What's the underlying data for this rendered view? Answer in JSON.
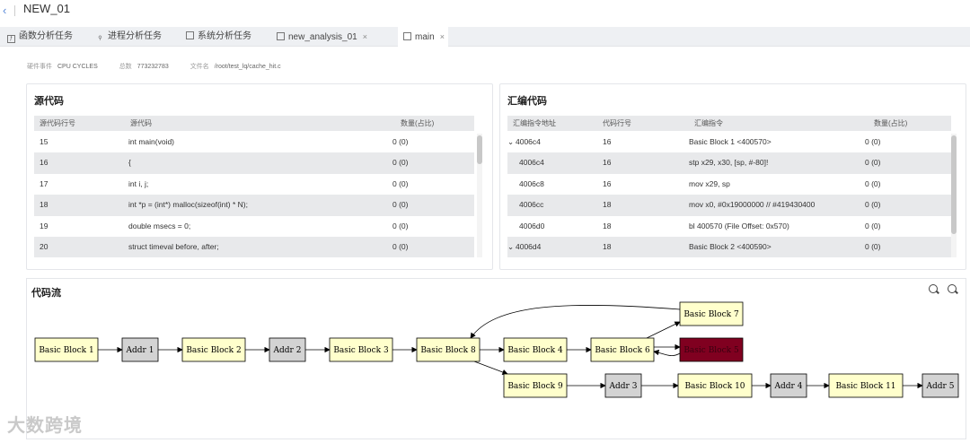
{
  "header": {
    "back_icon": "chevron-left-icon",
    "title": "NEW_01"
  },
  "tabs": [
    {
      "label": "函数分析任务",
      "icon": "function-icon",
      "closable": false,
      "active": false
    },
    {
      "label": "进程分析任务",
      "icon": "tree-icon",
      "closable": false,
      "active": false
    },
    {
      "label": "系统分析任务",
      "icon": "monitor-icon",
      "closable": false,
      "active": false
    },
    {
      "label": "new_analysis_01",
      "icon": "doc-icon",
      "closable": true,
      "active": false
    },
    {
      "label": "main",
      "icon": "doc-icon",
      "closable": true,
      "active": true
    }
  ],
  "close_glyph": "×",
  "info": {
    "event_label": "硬件事件",
    "event_value": "CPU CYCLES",
    "total_label": "总数",
    "total_value": "773232783",
    "file_label": "文件名",
    "file_value": "/root/test_lq/cache_hit.c"
  },
  "source_panel": {
    "title": "源代码",
    "columns": [
      "源代码行号",
      "源代码",
      "数量(占比)"
    ],
    "rows": [
      {
        "line": "15",
        "code": "int main(void)",
        "count": "0 (0)"
      },
      {
        "line": "16",
        "code": "{",
        "count": "0 (0)"
      },
      {
        "line": "17",
        "code": "int i, j;",
        "count": "0 (0)"
      },
      {
        "line": "18",
        "code": "int *p = (int*) malloc(sizeof(int) * N);",
        "count": "0 (0)"
      },
      {
        "line": "19",
        "code": "double msecs = 0;",
        "count": "0 (0)"
      },
      {
        "line": "20",
        "code": "struct timeval before, after;",
        "count": "0 (0)"
      }
    ]
  },
  "asm_panel": {
    "title": "汇编代码",
    "columns": [
      "汇编指令地址",
      "代码行号",
      "汇编指令",
      "数量(占比)"
    ],
    "rows": [
      {
        "expand": "⌄",
        "addr": "4006c4",
        "line": "16",
        "instr": "Basic Block 1 <400570>",
        "count": "0 (0)"
      },
      {
        "expand": "",
        "addr": "4006c4",
        "line": "16",
        "instr": "stp x29, x30, [sp, #-80]!",
        "count": "0 (0)"
      },
      {
        "expand": "",
        "addr": "4006c8",
        "line": "16",
        "instr": "mov x29, sp",
        "count": "0 (0)"
      },
      {
        "expand": "",
        "addr": "4006cc",
        "line": "18",
        "instr": "mov x0, #0x19000000 // #419430400",
        "count": "0 (0)"
      },
      {
        "expand": "",
        "addr": "4006d0",
        "line": "18",
        "instr": "bl 400570 (File Offset: 0x570)",
        "count": "0 (0)"
      },
      {
        "expand": "⌄",
        "addr": "4006d4",
        "line": "18",
        "instr": "Basic Block 2 <400590>",
        "count": "0 (0)"
      }
    ]
  },
  "flow_panel": {
    "title": "代码流",
    "zoom_in_icon": "zoom-in-icon",
    "zoom_out_icon": "zoom-out-icon",
    "colors": {
      "block": "#ffffcc",
      "addr": "#d3d3d3",
      "hot": "#800020"
    },
    "nodes": {
      "bb1": {
        "label": "Basic Block 1",
        "kind": "block"
      },
      "a1": {
        "label": "Addr 1",
        "kind": "addr"
      },
      "bb2": {
        "label": "Basic Block 2",
        "kind": "block"
      },
      "a2": {
        "label": "Addr 2",
        "kind": "addr"
      },
      "bb3": {
        "label": "Basic Block 3",
        "kind": "block"
      },
      "bb8": {
        "label": "Basic Block 8",
        "kind": "block"
      },
      "bb4": {
        "label": "Basic Block 4",
        "kind": "block"
      },
      "bb6": {
        "label": "Basic Block 6",
        "kind": "block"
      },
      "bb5": {
        "label": "Basic Block 5",
        "kind": "hot"
      },
      "bb7": {
        "label": "Basic Block 7",
        "kind": "block"
      },
      "bb9": {
        "label": "Basic Block 9",
        "kind": "block"
      },
      "a3": {
        "label": "Addr 3",
        "kind": "addr"
      },
      "bb10": {
        "label": "Basic Block 10",
        "kind": "block"
      },
      "a4": {
        "label": "Addr 4",
        "kind": "addr"
      },
      "bb11": {
        "label": "Basic Block 11",
        "kind": "block"
      },
      "a5": {
        "label": "Addr 5",
        "kind": "addr"
      }
    },
    "edges": [
      [
        "bb1",
        "a1"
      ],
      [
        "a1",
        "bb2"
      ],
      [
        "bb2",
        "a2"
      ],
      [
        "a2",
        "bb3"
      ],
      [
        "bb3",
        "bb8"
      ],
      [
        "bb8",
        "bb4"
      ],
      [
        "bb4",
        "bb6"
      ],
      [
        "bb6",
        "bb5"
      ],
      [
        "bb5",
        "bb6"
      ],
      [
        "bb6",
        "bb7"
      ],
      [
        "bb7",
        "bb8"
      ],
      [
        "bb8",
        "bb9"
      ],
      [
        "bb9",
        "a3"
      ],
      [
        "a3",
        "bb10"
      ],
      [
        "bb10",
        "a4"
      ],
      [
        "a4",
        "bb11"
      ],
      [
        "bb11",
        "a5"
      ]
    ]
  },
  "watermark": "大数跨境"
}
